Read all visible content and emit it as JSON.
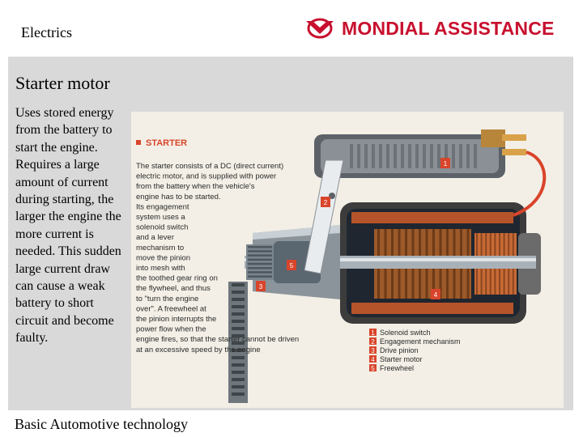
{
  "header": {
    "section": "Electrics",
    "logo_text": "MONDIAL ASSISTANCE"
  },
  "slide": {
    "title": "Starter motor",
    "body": "Uses stored energy from the battery to start the engine. Requires a large amount of current during starting, the larger the engine the more current is needed. This sudden large current draw can cause a weak battery to short circuit and become faulty."
  },
  "figure": {
    "heading": "STARTER",
    "caption_lines": [
      "The starter consists of a DC (direct current)",
      "electric motor, and is supplied with power",
      "from the battery when the vehicle's",
      "engine has to be started.",
      "Its engagement",
      "system uses a",
      "solenoid switch",
      "and a lever",
      "mechanism to",
      "move the pinion",
      "into mesh with",
      "the toothed gear ring on",
      "the flywheel, and thus",
      "to \"turn the engine",
      "over\". A freewheel at",
      "the pinion interrupts the",
      "power flow when the",
      "engine fires, so that the starter cannot be driven",
      "at an excessive speed by the engine"
    ],
    "callout_numbers": [
      "1",
      "2",
      "3",
      "4",
      "5"
    ],
    "legend": [
      {
        "num": "1",
        "label": "Solenoid switch"
      },
      {
        "num": "2",
        "label": "Engagement mechanism"
      },
      {
        "num": "3",
        "label": "Drive pinion"
      },
      {
        "num": "4",
        "label": "Starter motor"
      },
      {
        "num": "5",
        "label": "Freewheel"
      }
    ],
    "accent_color": "#d9452b"
  },
  "footer": {
    "text": "Basic Automotive technology"
  }
}
